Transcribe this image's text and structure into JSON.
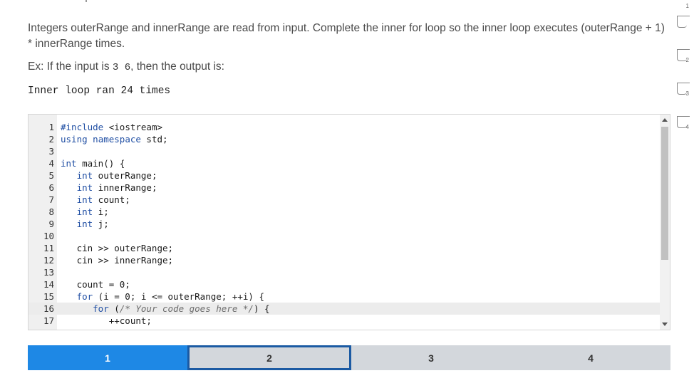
{
  "description": "Integers outerRange and innerRange are read from input. Complete the inner for loop so the inner loop executes (outerRange + 1) * innerRange times.",
  "example": {
    "prefix": "Ex: If the input is ",
    "input": "3 6",
    "suffix": ", then the output is:"
  },
  "output": "Inner loop ran 24 times",
  "code": {
    "line_numbers": [
      "1",
      "2",
      "3",
      "4",
      "5",
      "6",
      "7",
      "8",
      "9",
      "10",
      "11",
      "12",
      "13",
      "14",
      "15",
      "16",
      "17"
    ],
    "lines": [
      "#include <iostream>",
      "using namespace std;",
      "",
      "int main() {",
      "   int outerRange;",
      "   int innerRange;",
      "   int count;",
      "   int i;",
      "   int j;",
      "",
      "   cin >> outerRange;",
      "   cin >> innerRange;",
      "",
      "   count = 0;",
      "   for (i = 0; i <= outerRange; ++i) {",
      "      for (/* Your code goes here */) {",
      "         ++count;"
    ],
    "active_line": 16
  },
  "progress": {
    "steps": [
      "1",
      "2",
      "3",
      "4"
    ],
    "completed": 1,
    "current": 2
  },
  "sidebar": {
    "items": [
      "1",
      "2",
      "3",
      "4"
    ]
  }
}
